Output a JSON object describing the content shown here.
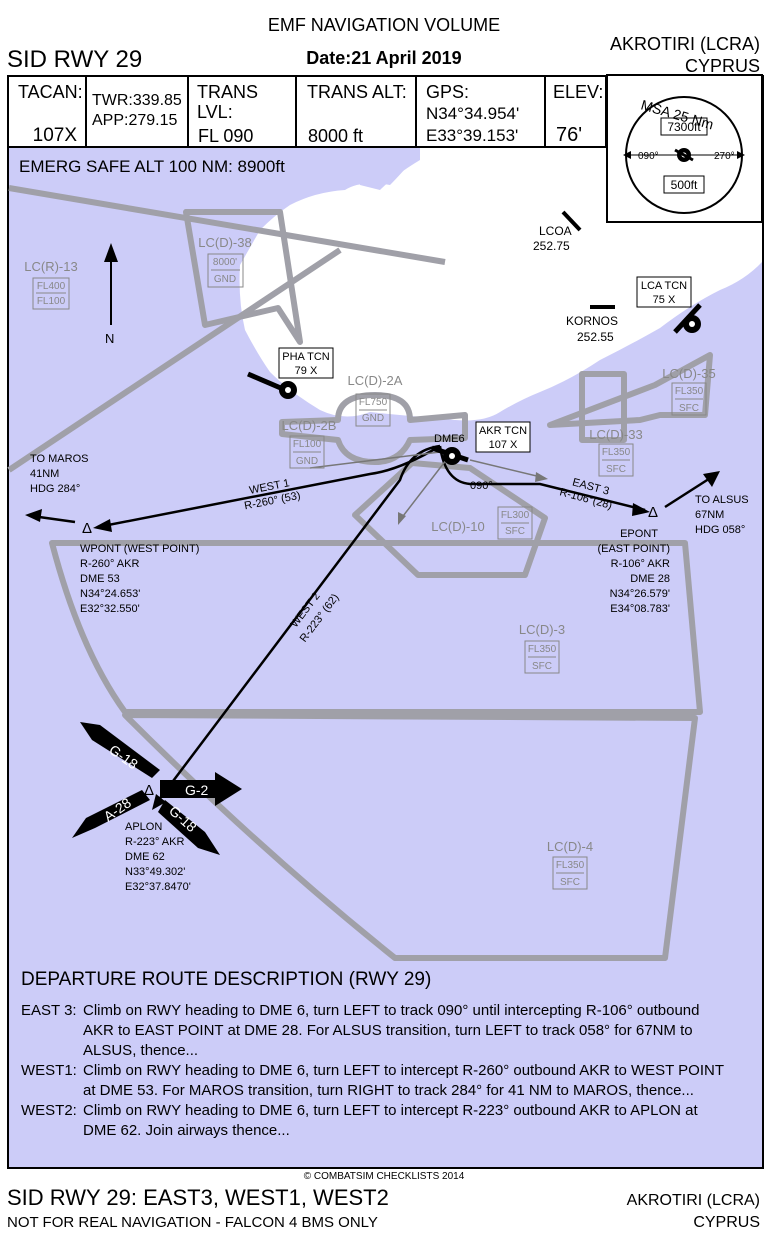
{
  "header": {
    "volume_title": "EMF NAVIGATION VOLUME",
    "procedure": "SID RWY 29",
    "date_label": "Date:",
    "date_value": "21 April 2019",
    "airport": "AKROTIRI (LCRA)",
    "country": "CYPRUS"
  },
  "info_row": {
    "tacan_label": "TACAN:",
    "tacan_value": "107X",
    "twr": "TWR:339.85",
    "app": "APP:279.15",
    "trans_lvl_label": "TRANS LVL:",
    "trans_lvl_value": "FL 090",
    "trans_alt_label": "TRANS ALT:",
    "trans_alt_value": "8000 ft",
    "gps_label": "GPS:",
    "gps_lat": "N34°34.954'",
    "gps_lon": "E33°39.153'",
    "elev_label": "ELEV:",
    "elev_value": "76'"
  },
  "msa": {
    "title": "MSA 25 Nm",
    "upper": "7300ft",
    "lower": "500ft",
    "left_bearing": "090°",
    "right_bearing": "270°"
  },
  "map": {
    "emerg_safe_alt": "EMERG SAFE ALT 100 NM: 8900ft",
    "north": "N",
    "airspaces": [
      {
        "name": "LC(R)-13",
        "top": "FL400",
        "bottom": "FL100"
      },
      {
        "name": "LC(D)-38",
        "top": "8000'",
        "bottom": "GND"
      },
      {
        "name": "LC(D)-2A",
        "top": "FL750",
        "bottom": "GND"
      },
      {
        "name": "LC(D)-2B",
        "top": "FL100",
        "bottom": "GND"
      },
      {
        "name": "LC(D)-10",
        "top": "FL300",
        "bottom": "SFC"
      },
      {
        "name": "LC(D)-33",
        "top": "FL350",
        "bottom": "SFC"
      },
      {
        "name": "LC(D)-35",
        "top": "FL350",
        "bottom": "SFC"
      },
      {
        "name": "LC(D)-3",
        "top": "FL350",
        "bottom": "SFC"
      },
      {
        "name": "LC(D)-4",
        "top": "FL350",
        "bottom": "SFC"
      }
    ],
    "navaids": {
      "pha": {
        "name": "PHA TCN",
        "ch": "79 X"
      },
      "akr": {
        "name": "AKR TCN",
        "ch": "107 X"
      },
      "lca": {
        "name": "LCA TCN",
        "ch": "75 X"
      },
      "lcoa": {
        "name": "LCOA",
        "freq": "252.75"
      },
      "kornos": {
        "name": "KORNOS",
        "freq": "252.55"
      }
    },
    "dme6": "DME6",
    "track_090": "090°",
    "routes": {
      "west1": {
        "name": "WEST 1",
        "radial": "R-260° (53)"
      },
      "east3": {
        "name": "EAST 3",
        "radial": "R-106°(28)"
      },
      "west2": {
        "name": "WEST 2",
        "radial": "R-223° (62)"
      }
    },
    "to_maros": [
      "TO MAROS",
      "41NM",
      "HDG 284°"
    ],
    "to_alsus": [
      "TO ALSUS",
      "67NM",
      "HDG 058°"
    ],
    "wpont": [
      "WPONT (WEST POINT)",
      "R-260° AKR",
      "DME 53",
      "N34°24.653'",
      "E32°32.550'"
    ],
    "epont": [
      "EPONT",
      "(EAST POINT)",
      "R-106° AKR",
      "DME 28",
      "N34°26.579'",
      "E34°08.783'"
    ],
    "aplon": [
      "APLON",
      "R-223° AKR",
      "DME 62",
      "N33°49.302'",
      "E32°37.8470'"
    ],
    "airways": {
      "g18_up": "G-18",
      "g2": "G-2",
      "a28": "A-28",
      "g18_down": "G-18"
    }
  },
  "description": {
    "title": "DEPARTURE ROUTE DESCRIPTION (RWY 29)",
    "items": [
      {
        "key": "EAST 3:",
        "lines": [
          "Climb on RWY heading to DME 6, turn LEFT to track 090° until intercepting R-106° outbound",
          "AKR to EAST POINT at DME 28. For ALSUS transition, turn LEFT to track 058° for 67NM to",
          "ALSUS, thence..."
        ]
      },
      {
        "key": "WEST1:",
        "lines": [
          "Climb on RWY heading to DME 6, turn LEFT to intercept R-260° outbound AKR to WEST POINT",
          "at DME 53. For MAROS transition, turn RIGHT to track 284° for 41 NM to MAROS, thence..."
        ]
      },
      {
        "key": "WEST2:",
        "lines": [
          "Climb on RWY heading to DME 6, turn LEFT to intercept R-223° outbound AKR to APLON at",
          "DME 62. Join airways thence..."
        ]
      }
    ]
  },
  "footer": {
    "copyright": "© COMBATSIM CHECKLISTS 2014",
    "procedure": "SID RWY 29: EAST3, WEST1, WEST2",
    "disclaimer": "NOT FOR REAL NAVIGATION - FALCON 4 BMS ONLY",
    "airport": "AKROTIRI (LCRA)",
    "country": "CYPRUS"
  }
}
